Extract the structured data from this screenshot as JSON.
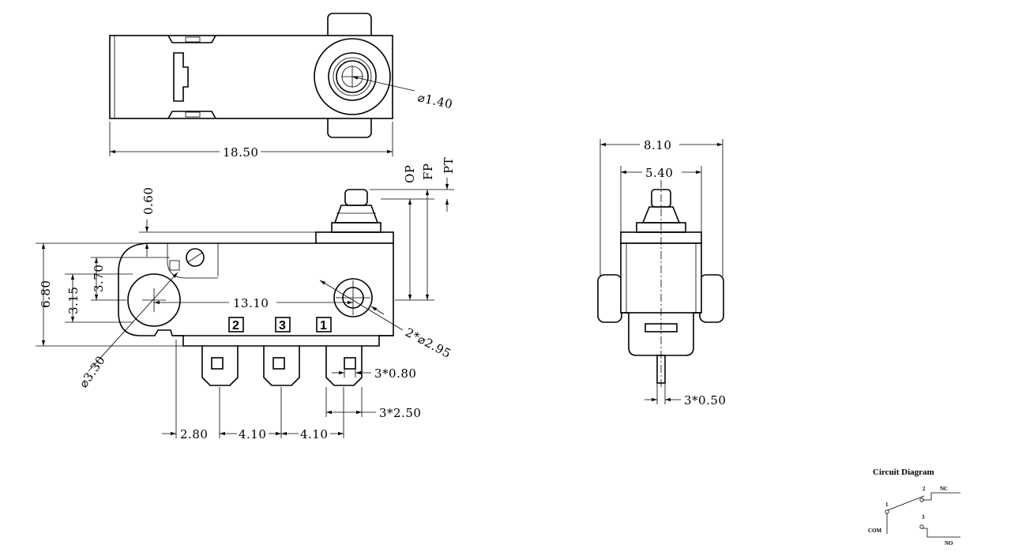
{
  "top_view": {
    "dim_length": "18.50",
    "dim_actuator_dia": "⌀1.40"
  },
  "front_view": {
    "dim_op": "OP",
    "dim_fp": "FP",
    "dim_pt": "PT",
    "dim_060": "0.60",
    "dim_680": "6.80",
    "dim_370": "3.70",
    "dim_315": "3.15",
    "dim_1310": "13.10",
    "dim_holes": "2*⌀2.95",
    "dim_330": "⌀3.30",
    "terminal_labels": [
      "2",
      "3",
      "1"
    ],
    "dim_term_width": "3*0.80",
    "dim_term_len": "3*2.50",
    "dim_280": "2.80",
    "dim_410a": "4.10",
    "dim_410b": "4.10"
  },
  "side_view": {
    "dim_810": "8.10",
    "dim_540": "5.40",
    "dim_050": "3*0.50"
  },
  "circuit": {
    "title": "Circuit Diagram",
    "pin1": "1",
    "pin2": "2",
    "pin3": "3",
    "nc": "NC",
    "no": "NO",
    "com": "COM"
  }
}
